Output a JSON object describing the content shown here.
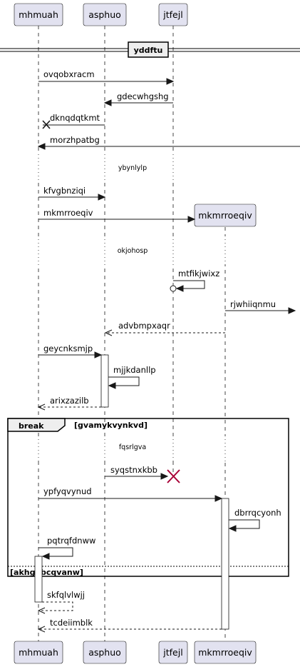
{
  "diagram": {
    "participants": [
      {
        "id": "mhmuah",
        "label": "mhmuah"
      },
      {
        "id": "asphuo",
        "label": "asphuo"
      },
      {
        "id": "jtfejl",
        "label": "jtfejl"
      },
      {
        "id": "mkmrroeqiv",
        "label": "mkmrroeqiv"
      }
    ],
    "section_title": "yddftu",
    "delays": [
      "ybynlylp",
      "okjohosp",
      "fqsrlgva"
    ],
    "messages": [
      {
        "label": "ovqobxracm",
        "from": "mhmuah",
        "to": "jtfejl",
        "style": "solid"
      },
      {
        "label": "gdecwhgshg",
        "from": "jtfejl",
        "to": "asphuo",
        "style": "solid"
      },
      {
        "label": "dknqdqtkmt",
        "from": "asphuo",
        "to": "mhmuah",
        "style": "solid",
        "end": "x"
      },
      {
        "label": "morzhpatbg",
        "from": "right-edge",
        "to": "mhmuah",
        "style": "solid"
      },
      {
        "label": "kfvgbnziqi",
        "from": "mhmuah",
        "to": "asphuo",
        "style": "solid"
      },
      {
        "label": "mkmrroeqiv",
        "from": "mhmuah",
        "to": "mkmrroeqiv",
        "style": "create"
      },
      {
        "label": "mtfikjwixz",
        "from": "jtfejl",
        "to": "jtfejl",
        "style": "self",
        "end": "circle"
      },
      {
        "label": "rjwhiiqnmu",
        "from": "mkmrroeqiv",
        "to": "right-edge",
        "style": "solid"
      },
      {
        "label": "advbmpxaqr",
        "from": "mkmrroeqiv",
        "to": "asphuo",
        "style": "dashed"
      },
      {
        "label": "geycnksmjp",
        "from": "mhmuah",
        "to": "asphuo",
        "style": "solid"
      },
      {
        "label": "mjjkdanllp",
        "from": "asphuo",
        "to": "asphuo",
        "style": "self"
      },
      {
        "label": "arixzazilb",
        "from": "asphuo",
        "to": "mhmuah",
        "style": "dashed"
      },
      {
        "label": "syqstnxkbb",
        "from": "asphuo",
        "to": "jtfejl",
        "style": "destroy"
      },
      {
        "label": "ypfyqvynud",
        "from": "mhmuah",
        "to": "mkmrroeqiv",
        "style": "solid"
      },
      {
        "label": "dbrrqcyonh",
        "from": "mkmrroeqiv",
        "to": "mkmrroeqiv",
        "style": "self"
      },
      {
        "label": "pqtrqfdnww",
        "from": "mhmuah",
        "to": "mhmuah",
        "style": "self"
      },
      {
        "label": "skfqlvlwjj",
        "from": "mhmuah",
        "to": "mhmuah",
        "style": "self-dashed"
      },
      {
        "label": "tcdeiimblk",
        "from": "mkmrroeqiv",
        "to": "mhmuah",
        "style": "dashed"
      }
    ],
    "group": {
      "keyword": "break",
      "condition": "[gvamykvynkvd]",
      "else_condition": "[akhgobcqvanw]"
    }
  },
  "colors": {
    "participant_fill": "#E2E2F0",
    "participant_stroke": "#181818",
    "lifeline": "#181818",
    "activation_fill": "#FFFFFF",
    "group_label_fill": "#EEEEEE",
    "destroy": "#A80036"
  }
}
